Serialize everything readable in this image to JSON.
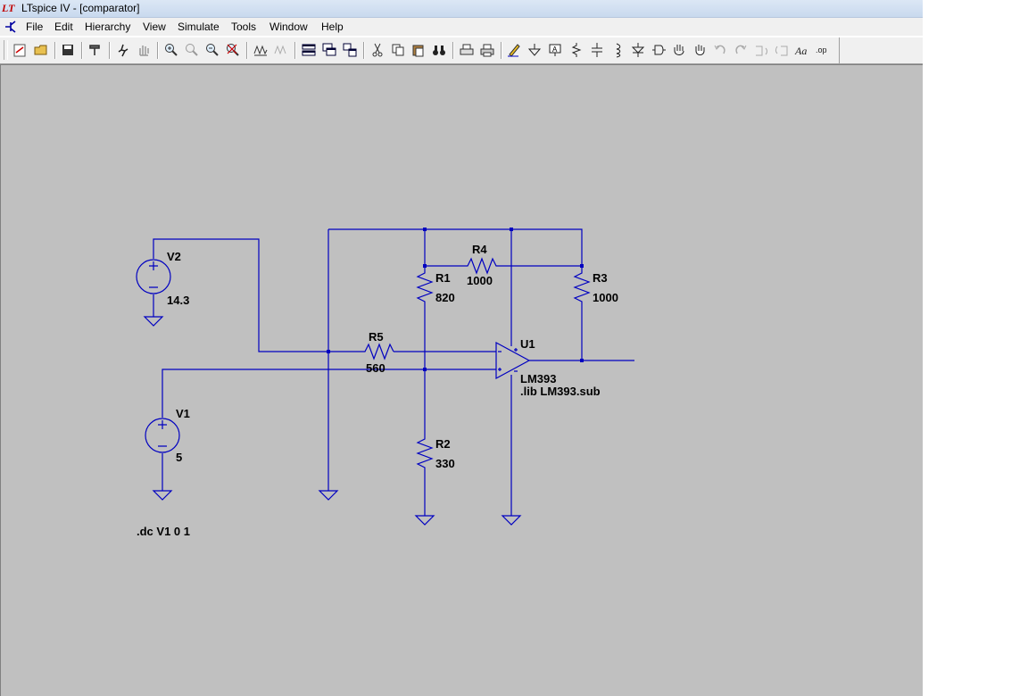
{
  "window": {
    "title": "LTspice IV - [comparator]"
  },
  "menu": [
    "File",
    "Edit",
    "Hierarchy",
    "View",
    "Simulate",
    "Tools",
    "Window",
    "Help"
  ],
  "schematic": {
    "components": {
      "V2": {
        "name": "V2",
        "value": "14.3"
      },
      "V1": {
        "name": "V1",
        "value": "5"
      },
      "R1": {
        "name": "R1",
        "value": "820"
      },
      "R2": {
        "name": "R2",
        "value": "330"
      },
      "R3": {
        "name": "R3",
        "value": "1000"
      },
      "R4": {
        "name": "R4",
        "value": "1000"
      },
      "R5": {
        "name": "R5",
        "value": "560"
      },
      "U1": {
        "name": "U1",
        "value": "LM393",
        "lib": ".lib LM393.sub"
      }
    },
    "directive": ".dc V1 0 1"
  },
  "colors": {
    "wire": "#0000c0",
    "canvas": "#c0c0c0",
    "chrome": "#f0f0f0"
  }
}
